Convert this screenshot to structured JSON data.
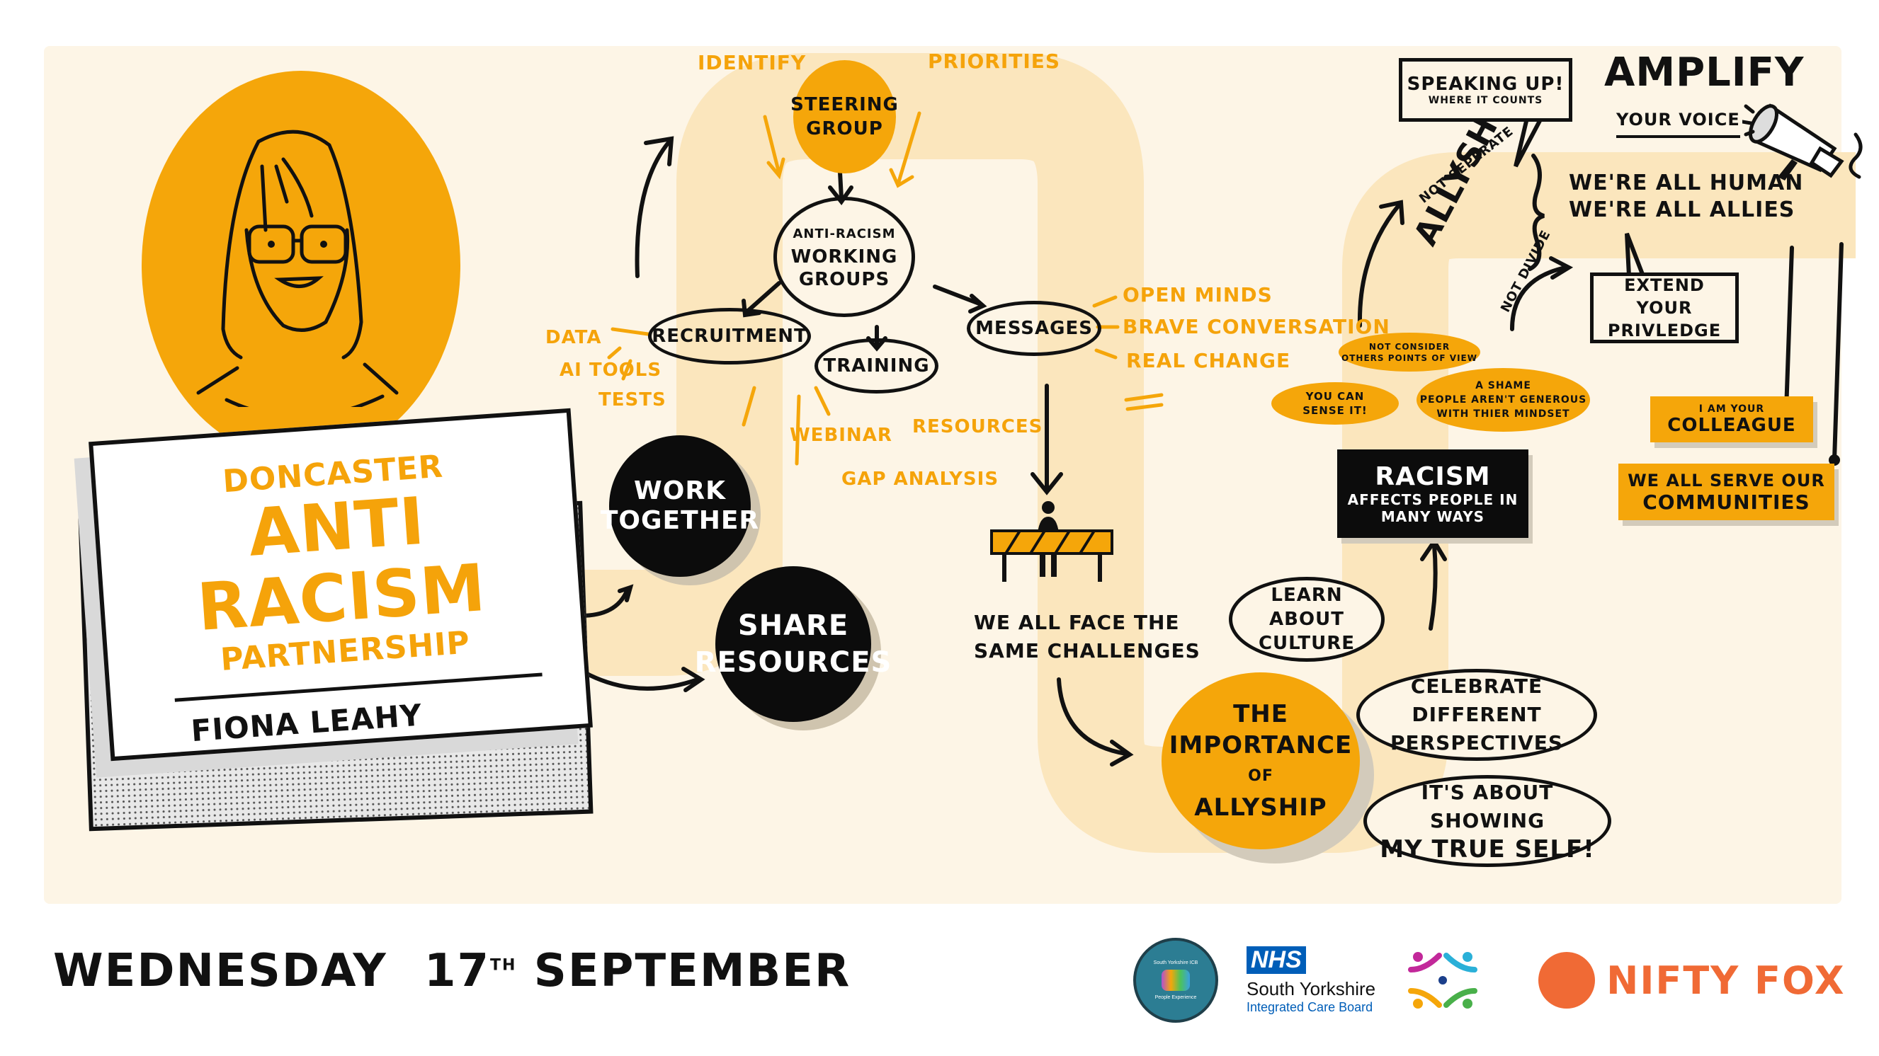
{
  "title": {
    "line1": "Doncaster",
    "line2": "Anti Racism",
    "line3": "Partnership",
    "speaker": "Fiona Leahy"
  },
  "portrait": {
    "icon": "woman-with-glasses-portrait"
  },
  "actions": {
    "work_together": [
      "Work",
      "Together"
    ],
    "share_resources": [
      "Share",
      "Resources"
    ]
  },
  "steering": {
    "label": [
      "Steering",
      "Group"
    ],
    "identify": "Identify",
    "priorities": "Priorities"
  },
  "working_groups": {
    "label": [
      "Anti-Racism",
      "Working",
      "Groups"
    ],
    "recruitment": {
      "label": "Recruitment",
      "items": [
        "Data",
        "Ai Tools",
        "Tests"
      ]
    },
    "training": {
      "label": "Training",
      "items": [
        "Webinar",
        "Gap Analysis",
        "Resources"
      ]
    },
    "messages": {
      "label": "Messages",
      "items": [
        "Open Minds",
        "Brave Conversation",
        "Real Change"
      ]
    }
  },
  "challenges": {
    "icon": "barrier-with-person",
    "text": [
      "We all face the",
      "same challenges"
    ]
  },
  "importance": {
    "label": [
      "The",
      "Importance",
      "of",
      "Allyship"
    ],
    "bubbles": {
      "learn": [
        "Learn about",
        "culture"
      ],
      "celebrate": [
        "Celebrate different",
        "perspectives"
      ],
      "true_self": [
        "It's about showing",
        "my true self!"
      ]
    }
  },
  "racism": {
    "title": "Racism",
    "subtitle": [
      "Affects people in",
      "many ways"
    ],
    "comments": {
      "sense": [
        "You can",
        "sense it!"
      ],
      "consider": [
        "Not consider",
        "others points of view"
      ],
      "shame": [
        "A shame",
        "people aren't generous",
        "with thier mindset"
      ]
    }
  },
  "allyship": {
    "label": "Allyship",
    "not_separate": "Not seperate",
    "not_divide": "Not divide",
    "speaking_up": {
      "title": "Speaking up!",
      "subtitle": "Where it counts"
    },
    "human_allies": [
      "We're all human",
      "We're all allies"
    ],
    "extend": [
      "Extend your",
      "privledge"
    ]
  },
  "amplify": {
    "title": "Amplify",
    "subtitle": "Your voice",
    "icon": "megaphone-icon"
  },
  "tags": {
    "colleague": [
      "I am your",
      "colleague"
    ],
    "communities": [
      "We all serve our",
      "communities"
    ]
  },
  "footer": {
    "date_day": "Wednesday",
    "date_num": "17",
    "date_suffix": "th",
    "date_month": "September",
    "logos": {
      "icb_badge_top": "South Yorkshire ICB",
      "icb_badge_bottom": "People Experience",
      "nhs": "NHS",
      "nhs_region": "South Yorkshire",
      "nhs_board": "Integrated Care Board",
      "nifty_fox": "NIFTY FOX"
    }
  },
  "colors": {
    "panel": "#fdf5e6",
    "path": "#fbe6bd",
    "orange": "#f5a60a",
    "ink": "#111111",
    "nhs_blue": "#005eb8",
    "nifty_fox": "#f06a35"
  }
}
